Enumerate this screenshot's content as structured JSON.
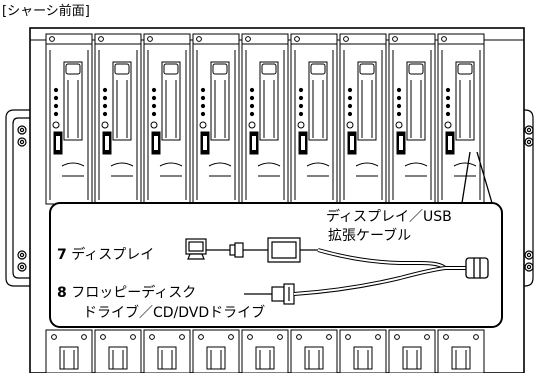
{
  "caption": "[シャーシ前面]",
  "callouts": [
    {
      "number": "7",
      "text": "ディスプレイ"
    },
    {
      "number": "8",
      "text_line1": "フロッピーディスク",
      "text_line2": "ドライブ／CD/DVDドライブ"
    }
  ],
  "cable_label": {
    "line1": "ディスプレイ／USB",
    "line2": "拡張ケーブル"
  },
  "blade_count": 9
}
